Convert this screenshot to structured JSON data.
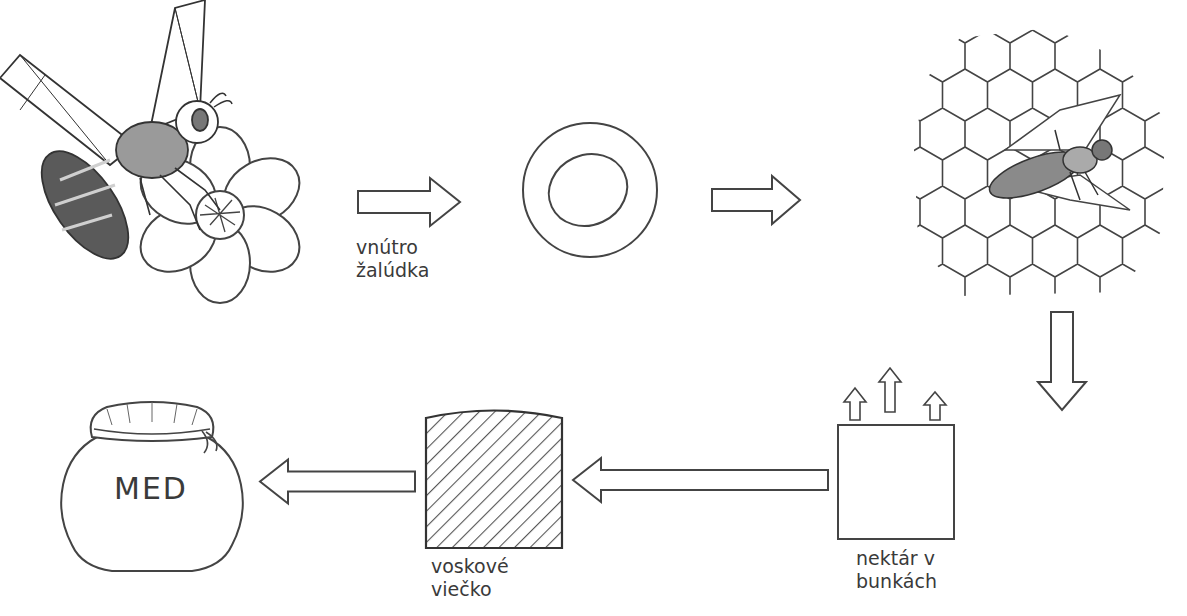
{
  "diagram": {
    "nodes": [
      {
        "text": [
          "nektár v bunkách"
        ]
      },
      {
        "text": [
          "voskové viečko"
        ]
      },
      {
        "text": [
          "MED"
        ]
      }
    ],
    "edges": [
      {
        "from": 0,
        "to": 1,
        "arrow": "to"
      },
      {
        "from": 1,
        "to": 2,
        "arrow": "to"
      }
    ],
    "labels": [
      "vnútro žalúdka"
    ]
  }
}
